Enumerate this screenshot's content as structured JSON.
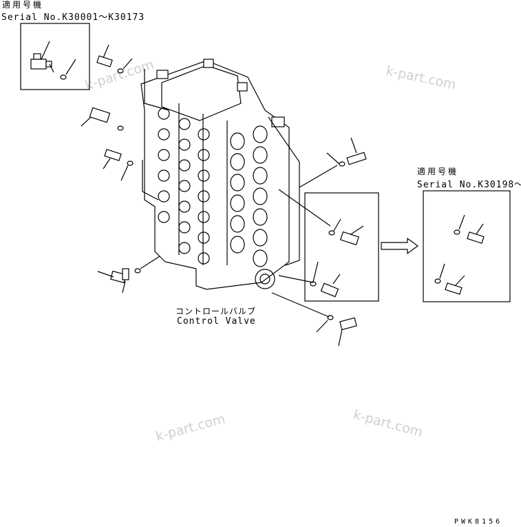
{
  "labels": {
    "applicable_left_jp": "適用号機",
    "serial_left": "Serial No.K30001～K30173",
    "applicable_right_jp": "適用号機",
    "serial_right": "Serial No.K30198～",
    "component_jp": "コントロールバルブ",
    "component_en": "Control Valve",
    "drawing_code": "PWK8156"
  },
  "watermarks": [
    "k-part.com",
    "k-part.com",
    "k-part.com",
    "k-part.com"
  ]
}
